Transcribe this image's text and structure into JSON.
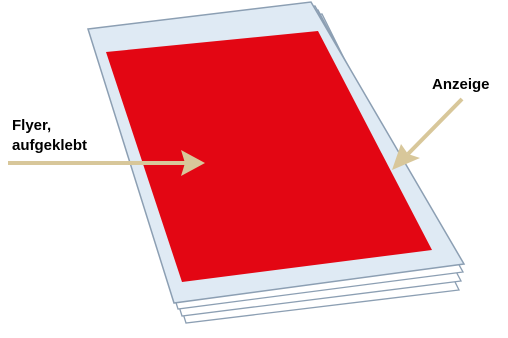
{
  "labels": {
    "flyer_line1": "Flyer,",
    "flyer_line2": "aufgeklebt",
    "anzeige": "Anzeige"
  },
  "colors": {
    "page_fill": "#dfeaf4",
    "page_edge": "#8c9fb3",
    "flyer_red": "#e30613",
    "arrow": "#d8c79a",
    "text": "#000000"
  }
}
